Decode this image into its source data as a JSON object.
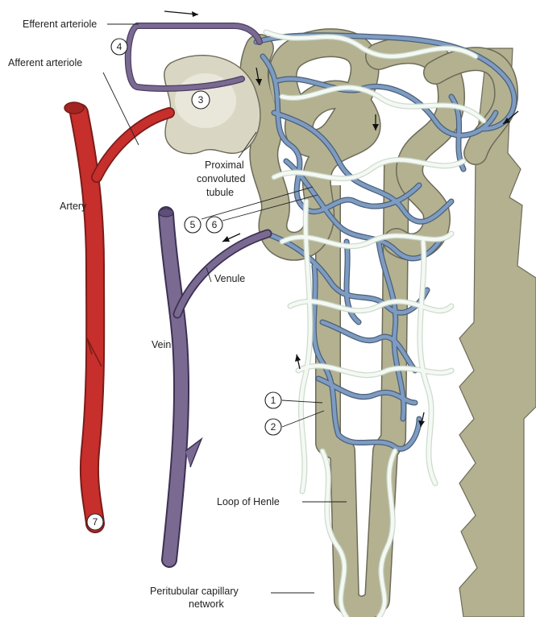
{
  "labels": {
    "efferent_arteriole": "Efferent arteriole",
    "afferent_arteriole": "Afferent arteriole",
    "proximal_1": "Proximal",
    "proximal_2": "convoluted",
    "proximal_3": "tubule",
    "artery": "Artery",
    "vein": "Vein",
    "venule": "Venule",
    "loop_of_henle": "Loop of Henle",
    "peritubular_1": "Peritubular capillary",
    "peritubular_2": "network"
  },
  "markers": [
    "1",
    "2",
    "3",
    "4",
    "5",
    "6",
    "7"
  ],
  "colors": {
    "artery": "#c62f2b",
    "vein": "#7a6a92",
    "tubule": "#b3b190",
    "capillary": "#7e9cc2",
    "lymph": "#e6f0e6"
  }
}
